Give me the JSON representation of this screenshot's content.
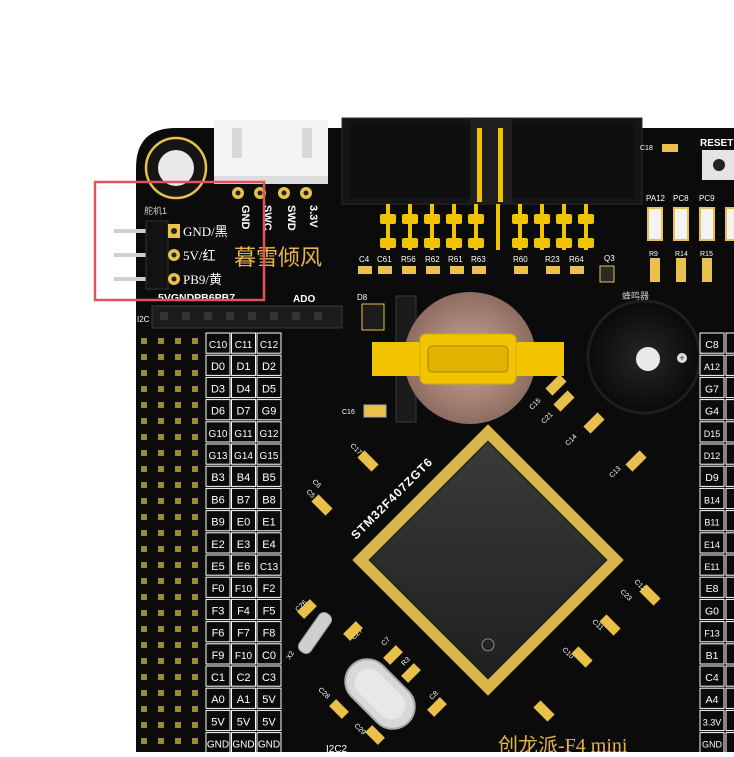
{
  "header_labels": [
    "GND",
    "SWC",
    "SWD",
    "3.3V"
  ],
  "servo": {
    "caption": "舵机1",
    "pins": [
      "GND/黑",
      "5V/红",
      "PB9/黄"
    ],
    "bottom_label": "5VGNDPB6PB7"
  },
  "brand_text": "暮雪倾风",
  "ado_label": "ADO",
  "i2c_label": "I2C",
  "i2c2_label": "I2C2",
  "reset_label": "RESET",
  "buzzer_label": "蜂鸣器",
  "mcu_label": "STM32F407ZGT6",
  "board_name": "创龙派-F4 mini",
  "pin_grid_left": [
    [
      "C10",
      "C11",
      "C12"
    ],
    [
      "D0",
      "D1",
      "D2"
    ],
    [
      "D3",
      "D4",
      "D5"
    ],
    [
      "D6",
      "D7",
      "G9"
    ],
    [
      "G10",
      "G11",
      "G12"
    ],
    [
      "G13",
      "G14",
      "G15"
    ],
    [
      "B3",
      "B4",
      "B5"
    ],
    [
      "B6",
      "B7",
      "B8"
    ],
    [
      "B9",
      "E0",
      "E1"
    ],
    [
      "E2",
      "E3",
      "E4"
    ],
    [
      "E5",
      "E6",
      "C13"
    ],
    [
      "F0",
      "F10",
      "F2"
    ],
    [
      "F3",
      "F4",
      "F5"
    ],
    [
      "F6",
      "F7",
      "F8"
    ],
    [
      "F9",
      "F10",
      "C0"
    ],
    [
      "C1",
      "C2",
      "C3"
    ],
    [
      "A0",
      "A1",
      "5V"
    ],
    [
      "5V",
      "5V",
      "5V"
    ],
    [
      "GND",
      "GND",
      "GND"
    ]
  ],
  "pin_grid_right": [
    "C8",
    "A12",
    "G7",
    "G4",
    "D15",
    "D12",
    "D9",
    "B14",
    "B11",
    "E14",
    "E11",
    "E8",
    "G0",
    "F13",
    "B1",
    "C4",
    "A4",
    "3.3V",
    "GND"
  ],
  "resistors_top": [
    "R56",
    "R62",
    "R61",
    "R63",
    "R60",
    "R23",
    "R64"
  ],
  "small_labels": {
    "c4": "C4",
    "c61": "C61",
    "q3": "Q3",
    "d8": "D8",
    "c18": "C18",
    "pa12": "PA12",
    "pc8": "PC8",
    "pc9": "PC9",
    "r9": "R9",
    "r14": "R14",
    "r15": "R15",
    "c16": "C16",
    "c15": "C15",
    "c21": "C21",
    "c14": "C14",
    "c17": "C17",
    "c13": "C13",
    "c5": "C5",
    "c6": "C6",
    "c12": "C12",
    "c23": "C23",
    "c11": "C11",
    "c10": "C10",
    "c26": "C26",
    "c27": "C27",
    "c7": "C7",
    "r3": "R3",
    "c8": "C8",
    "c28": "C28",
    "c29": "C29",
    "x2": "X2"
  },
  "colors": {
    "board": "#0b0b0b",
    "silk": "#ffffff",
    "gold": "#f2c400",
    "highlight_box": "#e0535a",
    "chip": "#2e2e2e"
  }
}
